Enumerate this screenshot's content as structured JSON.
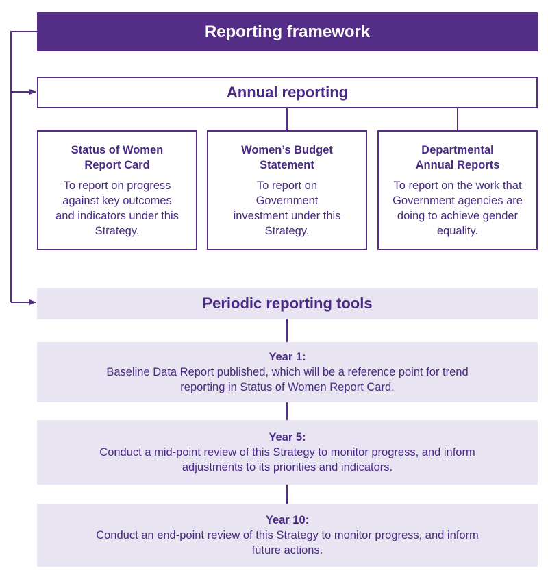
{
  "header": {
    "title": "Reporting framework"
  },
  "annual": {
    "title": "Annual reporting",
    "cards": [
      {
        "title": "Status of Women Report Card",
        "description": "To report on progress against key outcomes and indicators under this Strategy."
      },
      {
        "title": "Women’s Budget Statement",
        "description": "To report on Government investment under this Strategy."
      },
      {
        "title": "Departmental Annual Reports",
        "description": "To report on the work that Government agencies are doing to achieve gender equality."
      }
    ]
  },
  "periodic": {
    "title": "Periodic reporting tools",
    "years": [
      {
        "label": "Year 1:",
        "text": "Baseline Data Report published, which will be a reference point for trend reporting in Status of Women Report Card."
      },
      {
        "label": "Year 5:",
        "text": "Conduct a mid-point review of this Strategy to monitor progress, and inform adjustments to its priorities and indicators."
      },
      {
        "label": "Year 10:",
        "text": "Conduct an end-point review of this Strategy to monitor progress, and inform future actions."
      }
    ]
  },
  "colors": {
    "primary": "#542d86",
    "text": "#4a2a85",
    "light": "#e8e4f1"
  }
}
